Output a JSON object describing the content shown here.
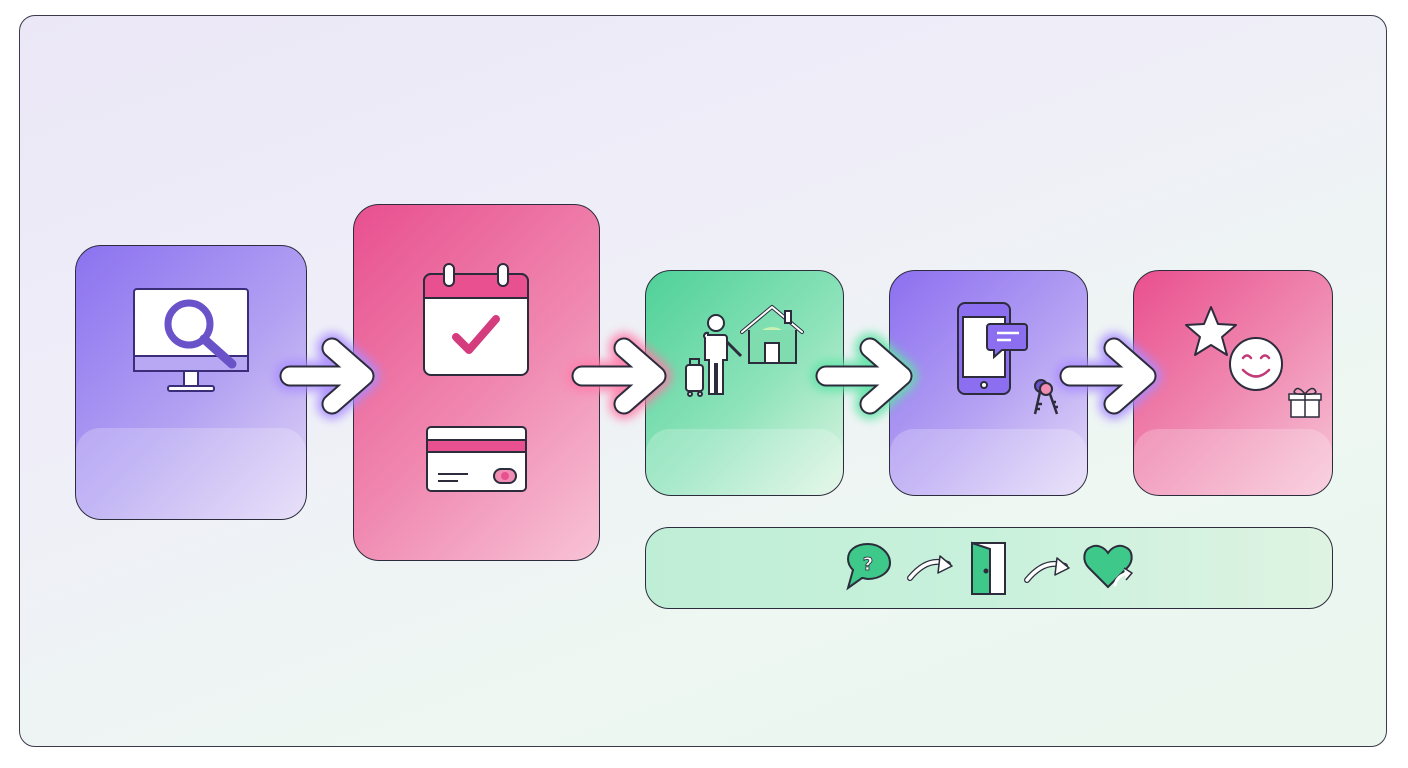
{
  "diagram": {
    "steps": [
      {
        "id": "search",
        "icon": "monitor-search-icon",
        "theme": "purple"
      },
      {
        "id": "book-and-pay",
        "icons": [
          "calendar-check-icon",
          "credit-card-icon"
        ],
        "theme": "pink"
      },
      {
        "id": "arrival",
        "icons": [
          "traveler-luggage-icon",
          "house-icon"
        ],
        "theme": "green"
      },
      {
        "id": "check-in",
        "icons": [
          "smartphone-message-icon",
          "keys-icon"
        ],
        "theme": "purple"
      },
      {
        "id": "review",
        "icons": [
          "star-icon",
          "smiley-icon",
          "gift-icon"
        ],
        "theme": "pink"
      }
    ],
    "connectors": [
      "arrow-right-icon",
      "arrow-right-icon",
      "arrow-right-icon",
      "arrow-right-icon"
    ],
    "substeps": [
      "question-chat-icon",
      "curved-arrow-icon",
      "door-exit-icon",
      "curved-arrow-icon",
      "heart-return-icon"
    ],
    "colors": {
      "purple": "#8b72f0",
      "pink": "#e8508f",
      "green": "#4fd198",
      "outline": "#2c2c3c"
    }
  }
}
